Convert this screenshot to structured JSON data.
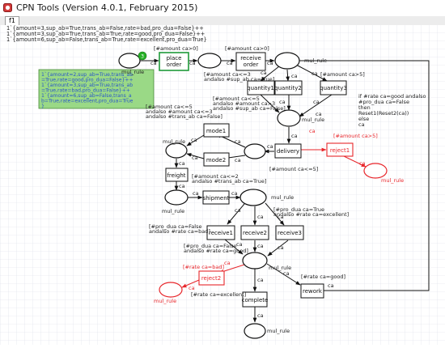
{
  "window": {
    "title": "CPN Tools (Version 4.0.1, February 2015)"
  },
  "tab": {
    "label": "f1"
  },
  "colors": {
    "canvas_bg": "#ffffff",
    "grid_line": "#d9dde8",
    "red": "#e8262b",
    "token_green": "#9ad986",
    "token_dot": "#26b026",
    "place_order_border": "#1f9a3a"
  },
  "declarations": [
    "1`{amount=3,sup_ab=True,trans_ab=False,rate=bad,pro_dua=False}++",
    "1`{amount=3,sup_ab=True,trans_ab=True,rate=good,pro_dua=False}++",
    "1`{amount=6,sup_ab=False,trans_ab=True,rate=excellent,pro_dua=True}"
  ],
  "marking": [
    "1`{amount=2,sup_ab=True,trans_ab",
    "=True,rate=good,pro_dua=False}++",
    "1`{amount=3,sup_ab=True,trans_ab",
    "=True,rate=bad,pro_dua=False}++",
    "1`{amount=6,sup_ab=False,trans_a",
    "b=True,rate=excellent,pro_dua=True",
    "}"
  ],
  "marking_count": "3",
  "transitions": {
    "place_order": [
      "place",
      "order"
    ],
    "receive_order": [
      "receive",
      "order"
    ],
    "quantity1": "quantity1",
    "quantity2": "quantity2",
    "quantity3": "quantity3",
    "mode1": "mode1",
    "mode2": "mode2",
    "delivery": "delivery",
    "reject1": "reject1",
    "freight": "freight",
    "shipment": "shipment",
    "receive1": "receive1",
    "receive2": "receive2",
    "receive3": "receive3",
    "reject2": "reject2",
    "complete": "complete",
    "rework": "rework"
  },
  "labels": {
    "mul_rule": "mul_rule",
    "ca": "ca",
    "g_amount_gt0_a": "[#amount ca>0]",
    "g_amount_gt0_b": "[#amount ca>0]",
    "g_amount_gt5": "[#amount ca>5]",
    "g_q1": [
      "[#amount ca<=3",
      "andalso #sup_ab ca=True]"
    ],
    "g_q2": [
      "[#amount ca<=5",
      "andalso #amount ca>3",
      "andalso #sup_ab ca=False]"
    ],
    "g_mode1": [
      "[#amount ca<=5",
      "andalso #amount ca<=3",
      "andalso #trans_ab ca=False]"
    ],
    "g_mode2": [
      "[#amount ca<=2",
      "andalso #trans_ab ca=True]"
    ],
    "g_delivery": "[#amount ca<=5]",
    "g_reject1": "[#amount ca>5]",
    "reset_code": [
      "if #rate ca=good andalso",
      "#pro_dua ca=False",
      "then",
      "Reset1(Reset2(ca))",
      "else",
      "ca"
    ],
    "g_receive1": [
      "[#pro_dua ca=False",
      "andalso #rate ca=bad]"
    ],
    "g_receive3": [
      "[#pro_dua ca=True",
      "andalso #rate ca=excellent]"
    ],
    "g_receive2": [
      "[#pro_dua ca=False",
      "andalso #rate ca=good]"
    ],
    "g_reject2": "[#rate ca=bad]",
    "g_rework": "[#rate ca=good]",
    "g_complete": "[#rate ca=excellent]"
  }
}
